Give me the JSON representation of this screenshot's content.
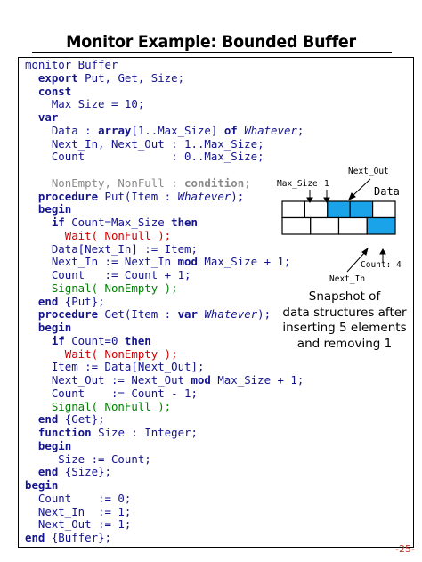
{
  "title": "Monitor Example: Bounded Buffer",
  "code_lines": [
    [
      {
        "t": "monitor Buffer",
        "c": "blue"
      }
    ],
    [
      {
        "t": "  ",
        "c": ""
      },
      {
        "t": "export",
        "c": "blue kw"
      },
      {
        "t": " Put, Get, Size;",
        "c": "blue"
      }
    ],
    [
      {
        "t": "  ",
        "c": ""
      },
      {
        "t": "const",
        "c": "blue kw"
      }
    ],
    [
      {
        "t": "    Max_Size = 10;",
        "c": "blue"
      }
    ],
    [
      {
        "t": "  ",
        "c": ""
      },
      {
        "t": "var",
        "c": "blue kw"
      }
    ],
    [
      {
        "t": "    Data : ",
        "c": "blue"
      },
      {
        "t": "array",
        "c": "blue kw"
      },
      {
        "t": "[1..Max_Size] ",
        "c": "blue"
      },
      {
        "t": "of",
        "c": "blue kw"
      },
      {
        "t": " ",
        "c": "blue"
      },
      {
        "t": "Whatever",
        "c": "blue it"
      },
      {
        "t": ";",
        "c": "blue"
      }
    ],
    [
      {
        "t": "    Next_In, Next_Out : 1..Max_Size;",
        "c": "blue"
      }
    ],
    [
      {
        "t": "    Count             : 0..Max_Size;",
        "c": "blue"
      }
    ],
    [
      {
        "t": "",
        "c": ""
      }
    ],
    [
      {
        "t": "    NonEmpty, NonFull : ",
        "c": "gray"
      },
      {
        "t": "condition",
        "c": "gray kw"
      },
      {
        "t": ";",
        "c": "gray"
      }
    ],
    [
      {
        "t": "  ",
        "c": ""
      },
      {
        "t": "procedure",
        "c": "blue kw"
      },
      {
        "t": " Put(Item : ",
        "c": "blue"
      },
      {
        "t": "Whatever",
        "c": "blue it"
      },
      {
        "t": ");",
        "c": "blue"
      }
    ],
    [
      {
        "t": "  ",
        "c": ""
      },
      {
        "t": "begin",
        "c": "blue kw"
      }
    ],
    [
      {
        "t": "    ",
        "c": ""
      },
      {
        "t": "if",
        "c": "blue kw"
      },
      {
        "t": " Count=Max_Size ",
        "c": "blue"
      },
      {
        "t": "then",
        "c": "blue kw"
      }
    ],
    [
      {
        "t": "      Wait( NonFull );",
        "c": "red"
      }
    ],
    [
      {
        "t": "    Data[Next_In] := Item;",
        "c": "blue"
      }
    ],
    [
      {
        "t": "    Next_In := Next_In ",
        "c": "blue"
      },
      {
        "t": "mod",
        "c": "blue kw"
      },
      {
        "t": " Max_Size + 1;",
        "c": "blue"
      }
    ],
    [
      {
        "t": "    Count   := Count + 1;",
        "c": "blue"
      }
    ],
    [
      {
        "t": "    Signal( NonEmpty );",
        "c": "green"
      }
    ],
    [
      {
        "t": "  ",
        "c": ""
      },
      {
        "t": "end",
        "c": "blue kw"
      },
      {
        "t": " {Put};",
        "c": "blue"
      }
    ],
    [
      {
        "t": "  ",
        "c": ""
      },
      {
        "t": "procedure",
        "c": "blue kw"
      },
      {
        "t": " Get(Item : ",
        "c": "blue"
      },
      {
        "t": "var",
        "c": "blue kw"
      },
      {
        "t": " ",
        "c": "blue"
      },
      {
        "t": "Whatever",
        "c": "blue it"
      },
      {
        "t": ");",
        "c": "blue"
      }
    ],
    [
      {
        "t": "  ",
        "c": ""
      },
      {
        "t": "begin",
        "c": "blue kw"
      }
    ],
    [
      {
        "t": "    ",
        "c": ""
      },
      {
        "t": "if",
        "c": "blue kw"
      },
      {
        "t": " Count=0 ",
        "c": "blue"
      },
      {
        "t": "then",
        "c": "blue kw"
      }
    ],
    [
      {
        "t": "      Wait( NonEmpty );",
        "c": "red"
      }
    ],
    [
      {
        "t": "    Item := Data[Next_Out];",
        "c": "blue"
      }
    ],
    [
      {
        "t": "    Next_Out := Next_Out ",
        "c": "blue"
      },
      {
        "t": "mod",
        "c": "blue kw"
      },
      {
        "t": " Max_Size + 1;",
        "c": "blue"
      }
    ],
    [
      {
        "t": "    Count    := Count - 1;",
        "c": "blue"
      }
    ],
    [
      {
        "t": "    Signal( NonFull );",
        "c": "green"
      }
    ],
    [
      {
        "t": "  ",
        "c": ""
      },
      {
        "t": "end",
        "c": "blue kw"
      },
      {
        "t": " {Get};",
        "c": "blue"
      }
    ],
    [
      {
        "t": "  ",
        "c": ""
      },
      {
        "t": "function",
        "c": "blue kw"
      },
      {
        "t": " Size : Integer;",
        "c": "blue"
      }
    ],
    [
      {
        "t": "  ",
        "c": ""
      },
      {
        "t": "begin",
        "c": "blue kw"
      }
    ],
    [
      {
        "t": "     Size := Count;",
        "c": "blue"
      }
    ],
    [
      {
        "t": "  ",
        "c": ""
      },
      {
        "t": "end",
        "c": "blue kw"
      },
      {
        "t": " {Size};",
        "c": "blue"
      }
    ],
    [
      {
        "t": "begin",
        "c": "blue kw"
      }
    ],
    [
      {
        "t": "  Count    := 0;",
        "c": "blue"
      }
    ],
    [
      {
        "t": "  Next_In  := 1;",
        "c": "blue"
      }
    ],
    [
      {
        "t": "  Next_Out := 1;",
        "c": "blue"
      }
    ],
    [
      {
        "t": "end",
        "c": "blue kw"
      },
      {
        "t": " {Buffer};",
        "c": "blue"
      }
    ]
  ],
  "diagram": {
    "next_out_label": "Next_Out",
    "max_size_label": "Max_Size",
    "one_label": "1",
    "data_label": "Data",
    "next_in_label": "Next_In",
    "count_label": "Count: 4",
    "rows": [
      {
        "cells": 5,
        "filled": [
          3,
          4
        ]
      },
      {
        "cells": 4,
        "filled": [
          4
        ]
      }
    ],
    "fill_color": "#1aa3e8"
  },
  "caption_lines": [
    "Snapshot of",
    "data structures after",
    "inserting 5 elements",
    "and removing 1"
  ],
  "slide_number": "-25-"
}
